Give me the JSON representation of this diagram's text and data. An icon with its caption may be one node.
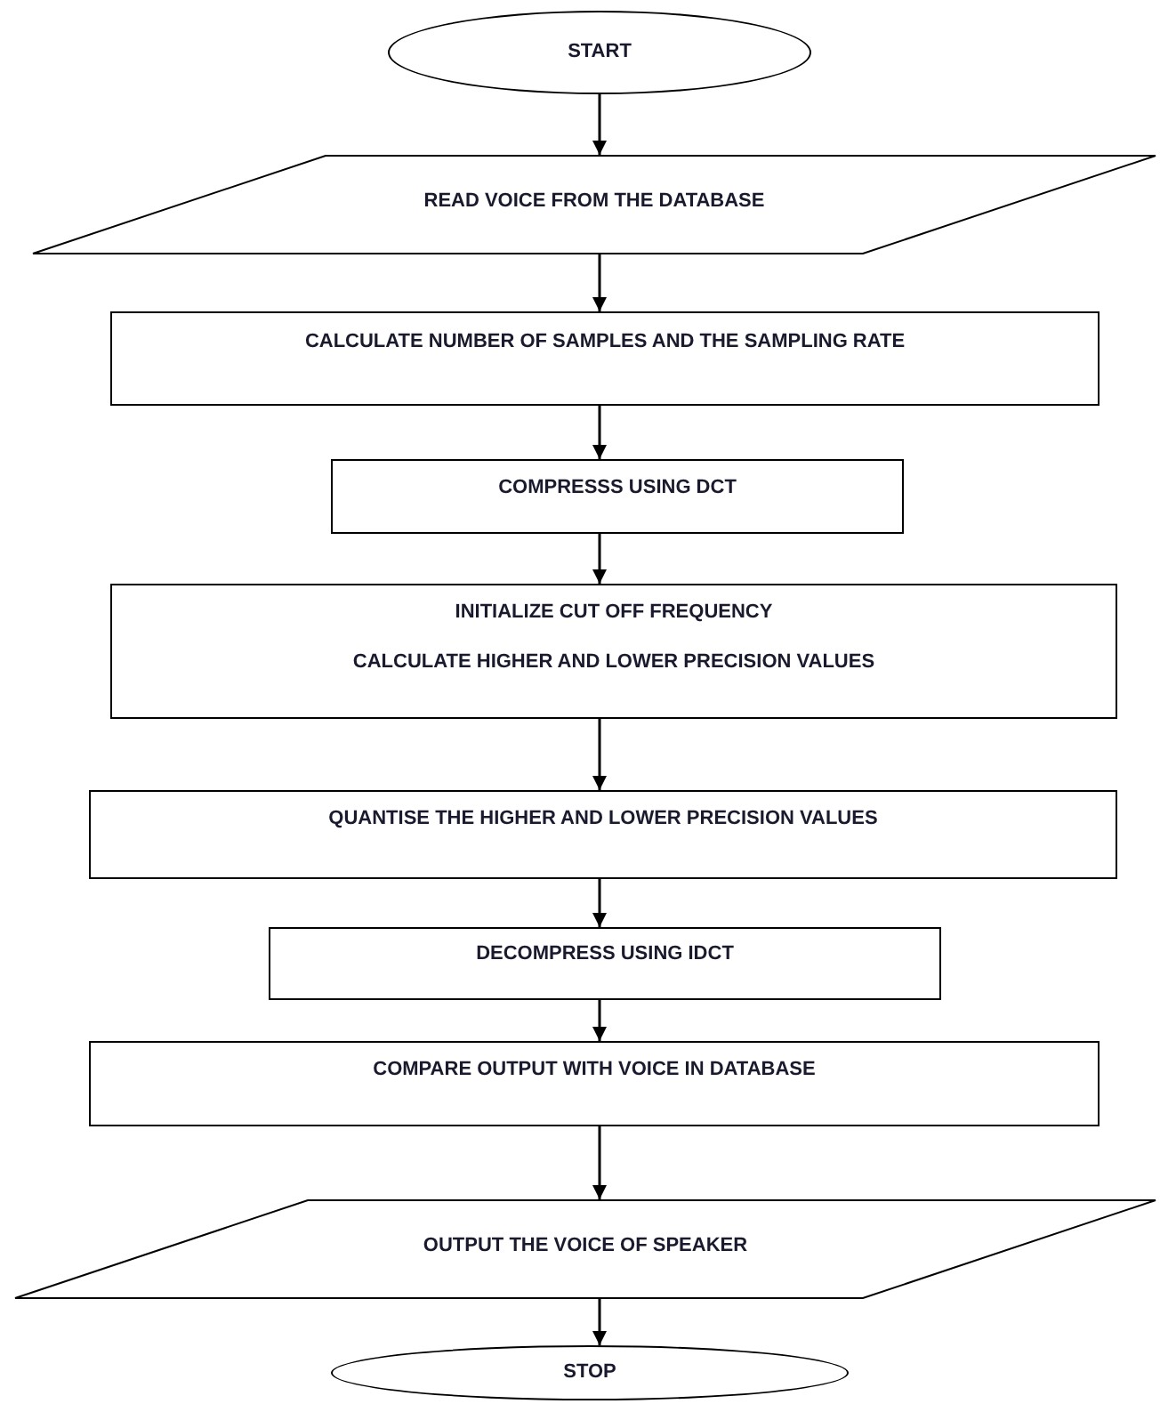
{
  "diagram": {
    "nodes": [
      {
        "text": [
          "START"
        ]
      },
      {
        "text": [
          "READ VOICE FROM THE DATABASE"
        ]
      },
      {
        "text": [
          "CALCULATE NUMBER OF SAMPLES AND THE SAMPLING RATE"
        ]
      },
      {
        "text": [
          "COMPRESSS USING DCT"
        ]
      },
      {
        "text": [
          "INITIALIZE CUT OFF FREQUENCY",
          "CALCULATE HIGHER AND LOWER PRECISION VALUES"
        ]
      },
      {
        "text": [
          "QUANTISE THE HIGHER AND LOWER PRECISION VALUES"
        ]
      },
      {
        "text": [
          "DECOMPRESS USING IDCT"
        ]
      },
      {
        "text": [
          "COMPARE OUTPUT WITH VOICE IN DATABASE"
        ]
      },
      {
        "text": [
          "OUTPUT THE VOICE OF SPEAKER"
        ]
      },
      {
        "text": [
          "STOP"
        ]
      }
    ],
    "edges": [
      {
        "from": 0,
        "to": 1,
        "arrow": "to"
      },
      {
        "from": 1,
        "to": 2,
        "arrow": "to"
      },
      {
        "from": 2,
        "to": 3,
        "arrow": "to"
      },
      {
        "from": 3,
        "to": 4,
        "arrow": "to"
      },
      {
        "from": 4,
        "to": 5,
        "arrow": "to"
      },
      {
        "from": 5,
        "to": 6,
        "arrow": "to"
      },
      {
        "from": 6,
        "to": 7,
        "arrow": "to"
      },
      {
        "from": 7,
        "to": 8,
        "arrow": "to"
      },
      {
        "from": 8,
        "to": 9,
        "arrow": "to"
      }
    ]
  }
}
